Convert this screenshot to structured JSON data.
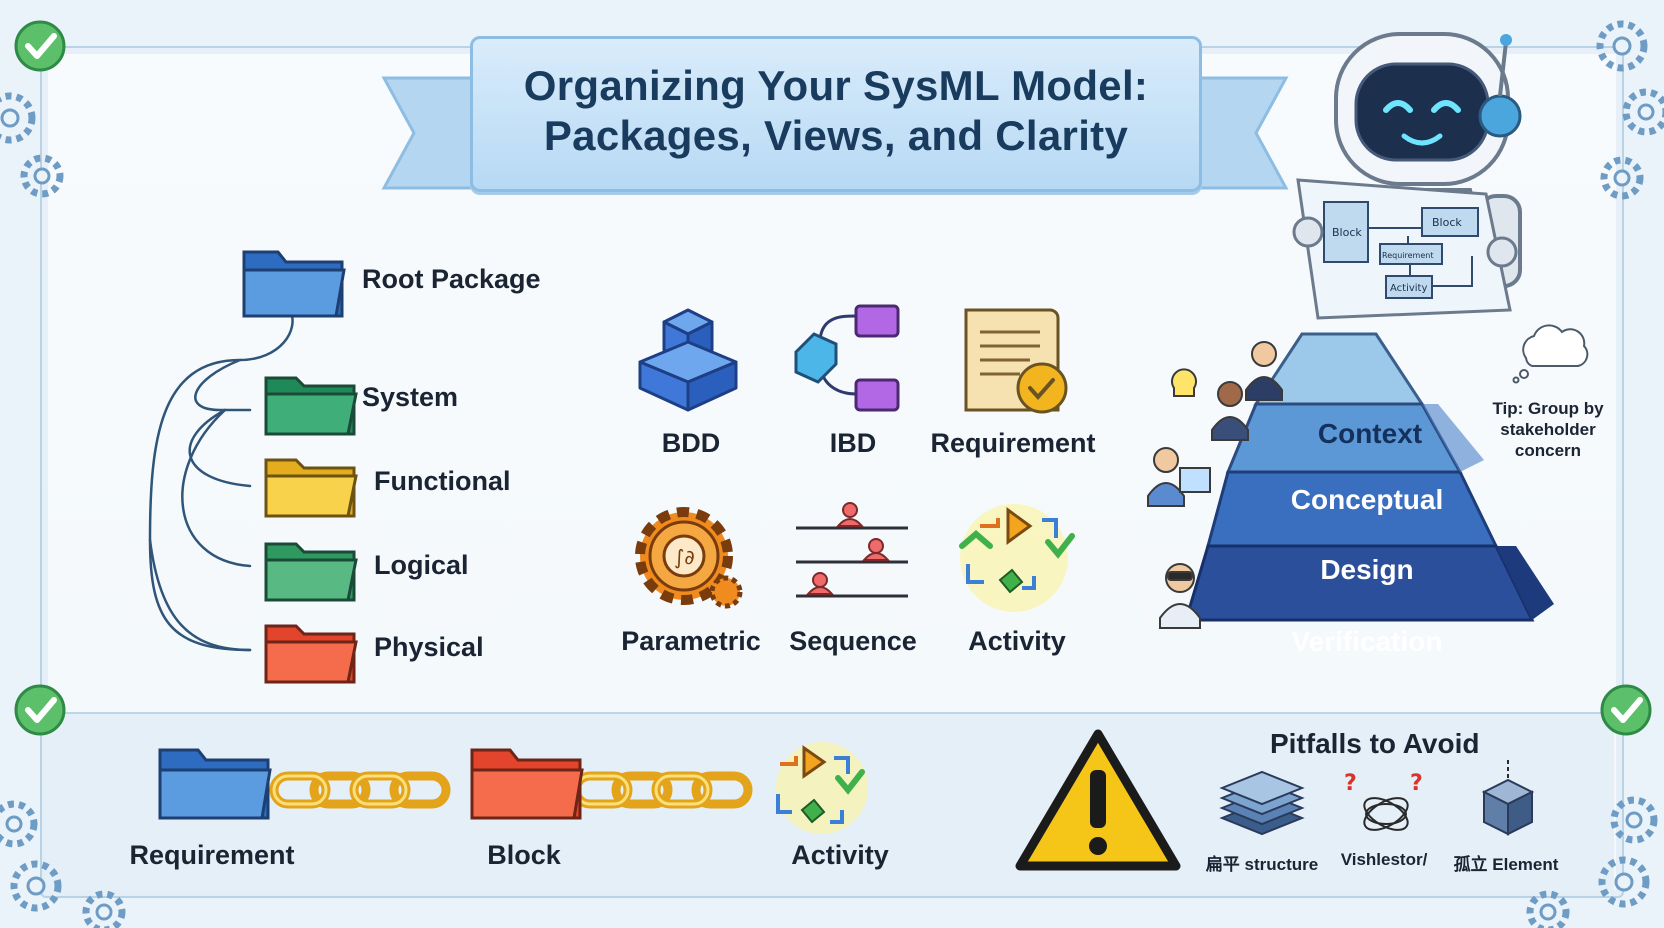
{
  "title": {
    "line1": "Organizing Your SysML Model:",
    "line2": "Packages, Views, and Clarity"
  },
  "hierarchy": {
    "root": "Root Package",
    "children": [
      "System",
      "Functional",
      "Logical",
      "Physical"
    ],
    "folder_colors": [
      "#3f7fd0",
      "#2e9e6a",
      "#f2c230",
      "#3ea56b",
      "#ef5a3c"
    ]
  },
  "views": {
    "row1": [
      "BDD",
      "IBD",
      "Requirement"
    ],
    "row2": [
      "Parametric",
      "Sequence",
      "Activity"
    ]
  },
  "robot_sheet": {
    "labels": [
      "Block",
      "Block",
      "Requirement",
      "Activity"
    ]
  },
  "pyramid": {
    "levels": [
      "Context",
      "Conceptual",
      "Design",
      "Verification"
    ],
    "colors": [
      "#9cc8ea",
      "#5c97d6",
      "#3a6fc0",
      "#2c4f9c"
    ],
    "tip": [
      "Tip: Group by",
      "stakeholder",
      "concern"
    ]
  },
  "traceability": {
    "items": [
      "Requirement",
      "Block",
      "Activity"
    ]
  },
  "pitfalls": {
    "heading": "Pitfalls to Avoid",
    "items": [
      "扁平 structure",
      "Vishlestor/",
      "孤立 Element"
    ]
  }
}
